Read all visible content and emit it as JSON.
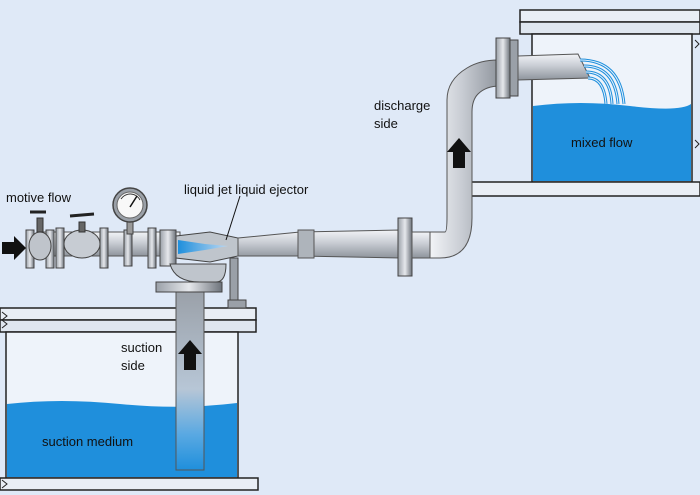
{
  "labels": {
    "motive_flow": "motive flow",
    "ejector": "liquid jet liquid ejector",
    "discharge_side_line1": "discharge",
    "discharge_side_line2": "side",
    "mixed_flow": "mixed flow",
    "suction_side_line1": "suction",
    "suction_side_line2": "side",
    "suction_medium": "suction medium"
  },
  "colors": {
    "background": "#dfe9f7",
    "water": "#1f8fdc",
    "pipe": "#c8ccd3",
    "steel_dark": "#5a5f66",
    "tank_line": "#222222",
    "arrow": "#111111"
  },
  "icons": [
    "pressure-gauge-icon",
    "valve-icon",
    "flow-arrow-icon"
  ]
}
